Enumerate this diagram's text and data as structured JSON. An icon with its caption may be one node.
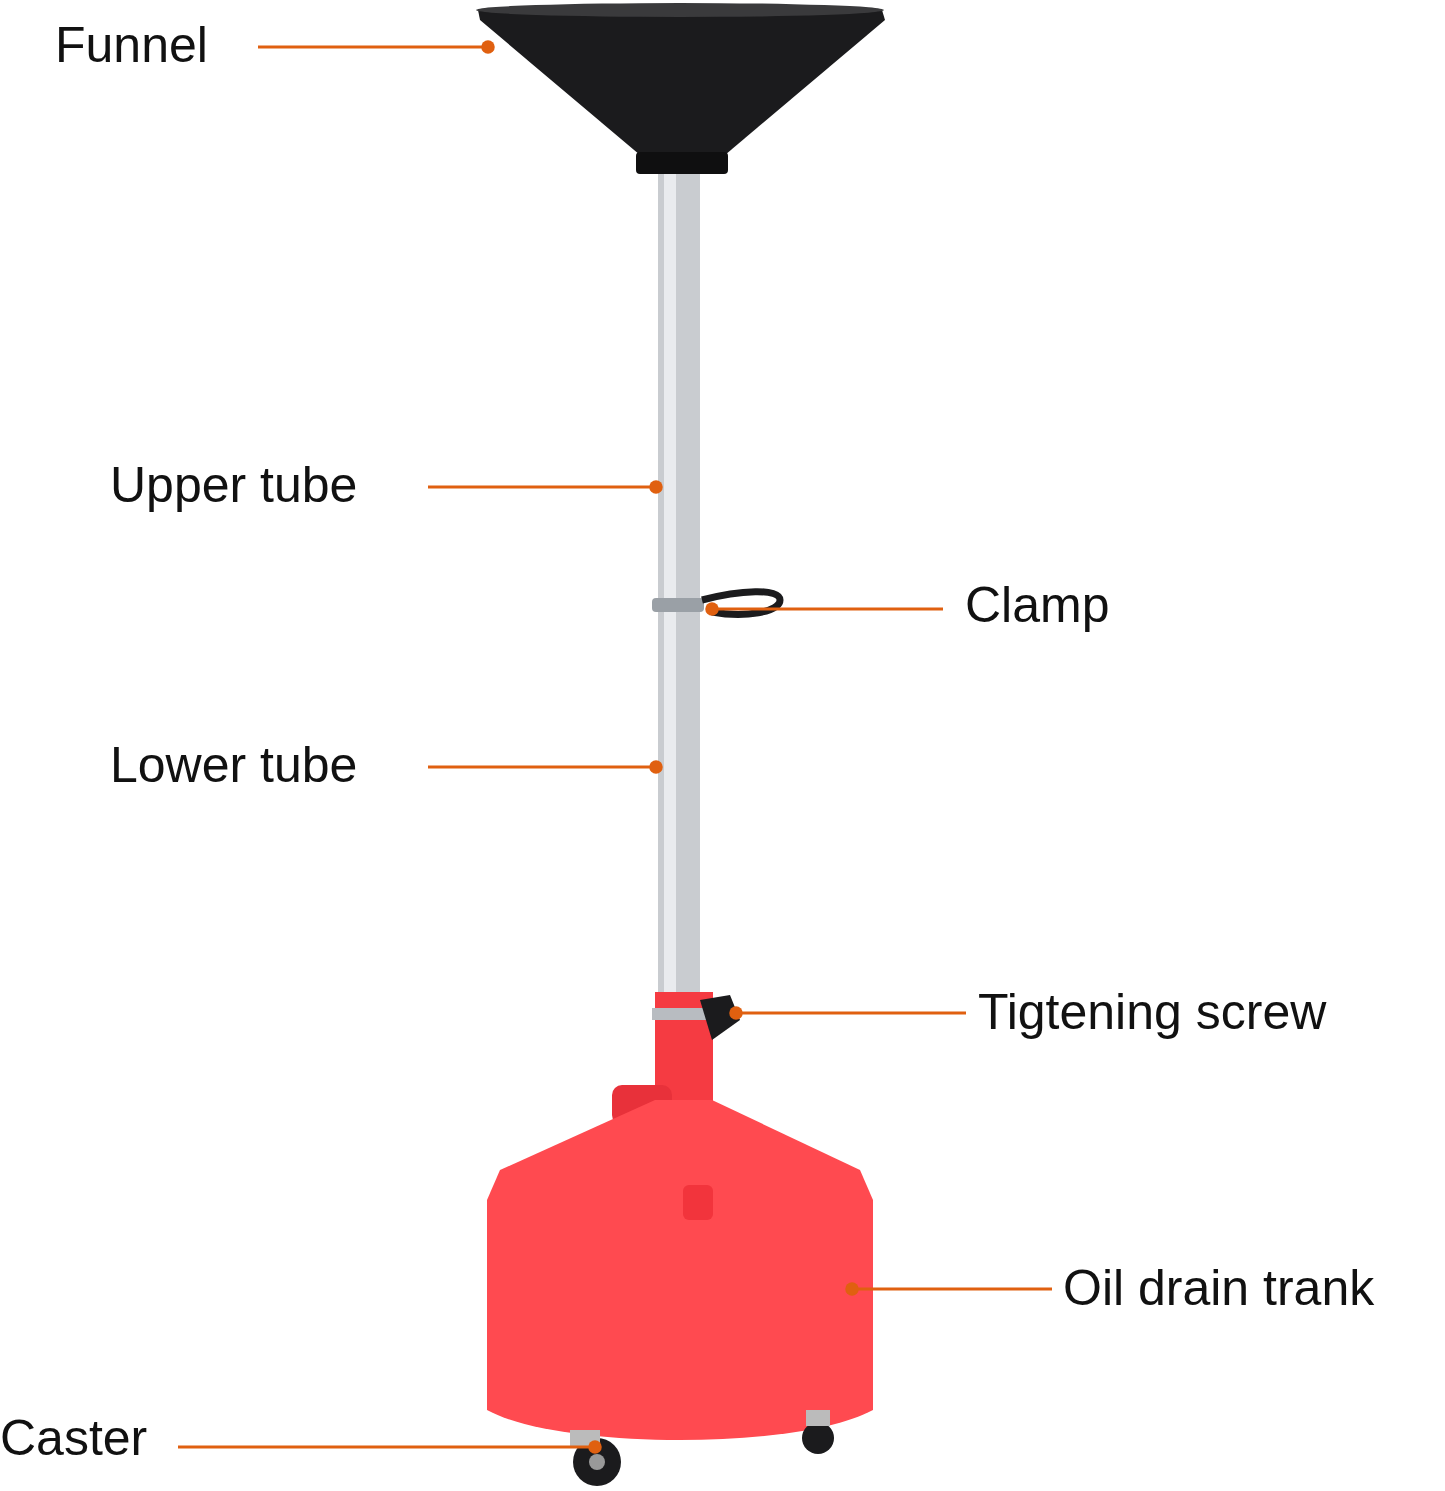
{
  "diagram": {
    "nodes": [
      {
        "text": [
          "Funnel"
        ]
      },
      {
        "text": [
          "Upper tube"
        ]
      },
      {
        "text": [
          "Clamp"
        ]
      },
      {
        "text": [
          "Lower tube"
        ]
      },
      {
        "text": [
          "Tigtening screw"
        ]
      },
      {
        "text": [
          "Oil drain trank"
        ]
      },
      {
        "text": [
          "Caster"
        ]
      }
    ],
    "edges": [
      {
        "from": 0,
        "to": null,
        "arrow": "other"
      },
      {
        "from": 1,
        "to": null,
        "arrow": "other"
      },
      {
        "from": 2,
        "to": null,
        "arrow": "other"
      },
      {
        "from": 3,
        "to": null,
        "arrow": "other"
      },
      {
        "from": 4,
        "to": null,
        "arrow": "other"
      },
      {
        "from": 5,
        "to": null,
        "arrow": "other"
      },
      {
        "from": 6,
        "to": null,
        "arrow": "other"
      }
    ]
  }
}
